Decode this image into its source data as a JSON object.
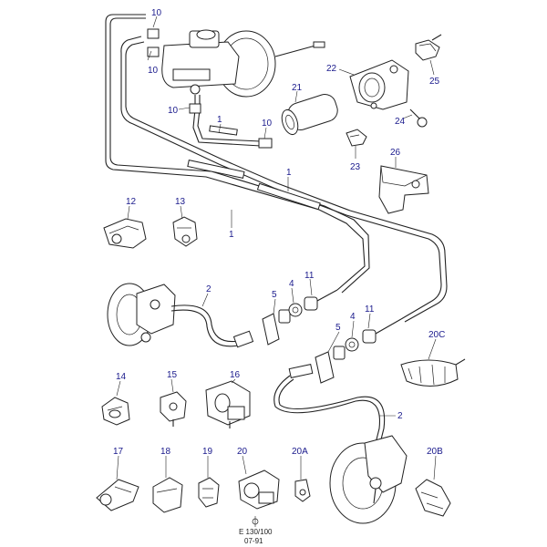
{
  "diagram": {
    "callouts": {
      "c10a": "10",
      "c10b": "10",
      "c10c": "10",
      "c10d": "10",
      "c1a": "1",
      "c1b": "1",
      "c1c": "1",
      "c21": "21",
      "c22": "22",
      "c23": "23",
      "c24": "24",
      "c25": "25",
      "c26": "26",
      "c12": "12",
      "c13": "13",
      "c2a": "2",
      "c2b": "2",
      "c5a": "5",
      "c4a": "4",
      "c11a": "11",
      "c5b": "5",
      "c4b": "4",
      "c11b": "11",
      "c20c": "20C",
      "c14": "14",
      "c15": "15",
      "c16": "16",
      "c17": "17",
      "c18": "18",
      "c19": "19",
      "c20": "20",
      "c20a": "20A",
      "c20b": "20B"
    },
    "footer": {
      "ref_code": "E 130/100",
      "date": "07-91"
    }
  }
}
